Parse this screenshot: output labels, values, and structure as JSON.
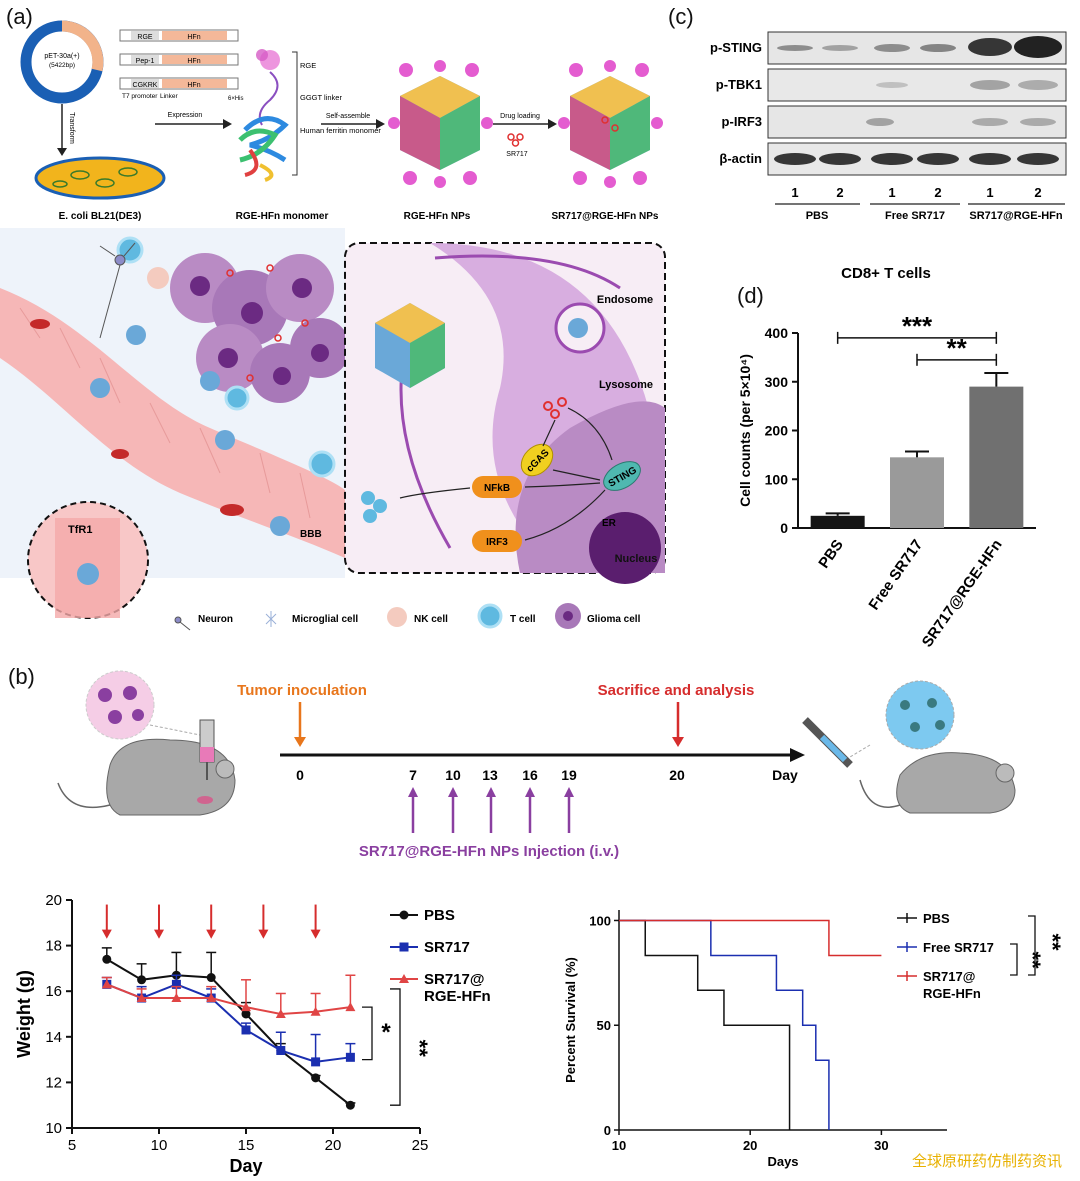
{
  "panels": {
    "a": "(a)",
    "b": "(b)",
    "c": "(c)",
    "d": "(d)"
  },
  "panel_a": {
    "plasmid_name": "pET-30a(+)",
    "plasmid_size": "(5422bp)",
    "constructs": [
      {
        "tag": "RGE",
        "fusion": "HFn"
      },
      {
        "tag": "Pep-1",
        "fusion": "HFn"
      },
      {
        "tag": "CGKRK",
        "fusion": "HFn"
      }
    ],
    "t7_promoter": "T7 promoter",
    "linker": "Linker",
    "his_tag": "6×His",
    "transform": "Transform",
    "expression": "Expression",
    "monomer_labels": [
      "RGE",
      "GGGT linker",
      "Human ferritin monomer"
    ],
    "self_assemble": "Self-assemble",
    "drug_loading": "Drug loading",
    "sr717": "SR717",
    "stage_captions": [
      "E. coli BL21(DE3)",
      "RGE-HFn monomer",
      "RGE-HFn NPs",
      "SR717@RGE-HFn NPs"
    ],
    "tfr1": "TfR1",
    "bbb": "BBB",
    "pathway": {
      "endosome": "Endosome",
      "lysosome": "Lysosome",
      "cgas": "cGAS",
      "sting": "STING",
      "er": "ER",
      "nfkb": "NFkB",
      "irf3": "IRF3",
      "nucleus": "Nucleus"
    },
    "legend": [
      "Neuron",
      "Microglial cell",
      "NK cell",
      "T cell",
      "Glioma cell"
    ]
  },
  "panel_b": {
    "tumor_inoculation": "Tumor inoculation",
    "sacrifice": "Sacrifice and analysis",
    "day_label": "Day",
    "timeline_days": [
      "0",
      "7",
      "10",
      "13",
      "16",
      "19",
      "20"
    ],
    "injection_label": "SR717@RGE-HFn NPs Injection (i.v.)"
  },
  "panel_c": {
    "rows": [
      "p-STING",
      "p-TBK1",
      "p-IRF3",
      "β-actin"
    ],
    "lane_numbers": [
      "1",
      "2",
      "1",
      "2",
      "1",
      "2"
    ],
    "groups": [
      "PBS",
      "Free SR717",
      "SR717@RGE-HFn"
    ]
  },
  "colors": {
    "orange": "#e8761c",
    "red": "#d62d2d",
    "purple": "#8a3fa0",
    "blue": "#1b2fb0",
    "salmon": "#e55050"
  },
  "watermark": "全球原研药仿制药资讯",
  "chart_data": [
    {
      "type": "bar",
      "title": "CD8+ T cells",
      "ylabel": "Cell counts (per 5×10⁴)",
      "xlabel": "",
      "categories": [
        "PBS",
        "Free SR717",
        "SR717@RGE-HFn"
      ],
      "values": [
        25,
        145,
        290
      ],
      "errors": [
        5,
        12,
        28
      ],
      "colors": [
        "#151515",
        "#9a9a9a",
        "#707070"
      ],
      "ylim": [
        0,
        400
      ],
      "yticks": [
        "0",
        "100",
        "200",
        "300",
        "400"
      ],
      "significance": [
        {
          "from": "PBS",
          "to": "SR717@RGE-HFn",
          "label": "***"
        },
        {
          "from": "Free SR717",
          "to": "SR717@RGE-HFn",
          "label": "**"
        }
      ]
    },
    {
      "type": "line",
      "xlabel": "Day",
      "ylabel": "Weight (g)",
      "xlim": [
        5,
        25
      ],
      "ylim": [
        10,
        20
      ],
      "xticks": [
        "5",
        "10",
        "15",
        "20",
        "25"
      ],
      "yticks": [
        "10",
        "12",
        "14",
        "16",
        "18",
        "20"
      ],
      "x": [
        7,
        9,
        11,
        13,
        15,
        17,
        19,
        21
      ],
      "series": [
        {
          "name": "PBS",
          "values": [
            17.4,
            16.5,
            16.7,
            16.6,
            15.0,
            13.4,
            12.2,
            11.0
          ],
          "errors": [
            0.5,
            0.7,
            1.0,
            1.1,
            0.5,
            0.3,
            0.1,
            0.1
          ],
          "color": "#111111",
          "marker": "circle"
        },
        {
          "name": "SR717",
          "values": [
            16.3,
            15.7,
            16.3,
            15.7,
            14.3,
            13.4,
            12.9,
            13.1
          ],
          "errors": [
            0.3,
            0.5,
            0.4,
            0.4,
            0.3,
            0.8,
            1.2,
            0.6
          ],
          "color": "#1b2fb0",
          "marker": "square"
        },
        {
          "name": "SR717@\nRGE-HFn",
          "values": [
            16.3,
            15.7,
            15.7,
            15.7,
            15.3,
            15.0,
            15.1,
            15.3
          ],
          "errors": [
            0.3,
            0.4,
            0.5,
            0.5,
            1.2,
            0.9,
            0.8,
            1.4
          ],
          "color": "#e04545",
          "marker": "triangle"
        }
      ],
      "injection_days": [
        7,
        10,
        13,
        16,
        19
      ],
      "significance": [
        {
          "label": "*"
        },
        {
          "label": "**"
        }
      ]
    },
    {
      "type": "line",
      "xlabel": "Days",
      "ylabel": "Percent Survival (%)",
      "xlim": [
        10,
        35
      ],
      "ylim": [
        0,
        105
      ],
      "xticks": [
        "10",
        "20",
        "30"
      ],
      "yticks": [
        "0",
        "50",
        "100"
      ],
      "series": [
        {
          "name": "PBS",
          "color": "#111111",
          "steps": [
            [
              10,
              100
            ],
            [
              12,
              100
            ],
            [
              12,
              83.3
            ],
            [
              16,
              83.3
            ],
            [
              16,
              66.7
            ],
            [
              18,
              66.7
            ],
            [
              18,
              50
            ],
            [
              23,
              50
            ],
            [
              23,
              0
            ]
          ]
        },
        {
          "name": "Free SR717",
          "color": "#1b2fb0",
          "steps": [
            [
              10,
              100
            ],
            [
              17,
              100
            ],
            [
              17,
              83.3
            ],
            [
              22,
              83.3
            ],
            [
              22,
              66.7
            ],
            [
              24,
              66.7
            ],
            [
              24,
              50
            ],
            [
              25,
              50
            ],
            [
              25,
              33.3
            ],
            [
              26,
              33.3
            ],
            [
              26,
              0
            ]
          ]
        },
        {
          "name": "SR717@\nRGE-HFn",
          "color": "#d62d2d",
          "steps": [
            [
              10,
              100
            ],
            [
              26,
              100
            ],
            [
              26,
              83.3
            ],
            [
              30,
              83.3
            ]
          ]
        }
      ],
      "significance": [
        {
          "label": "**"
        },
        {
          "label": "**"
        }
      ]
    }
  ]
}
